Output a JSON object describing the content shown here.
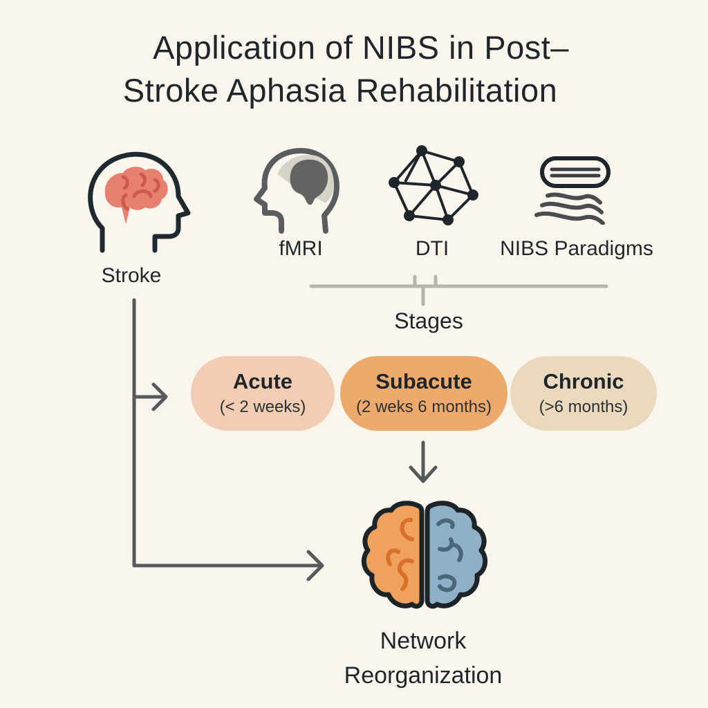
{
  "title": {
    "line1": "Application of NIBS in Post–",
    "line2": "Stroke Aphasia Rehabilitation"
  },
  "nodes": {
    "stroke": {
      "label": "Stroke",
      "icon": "head-with-brain-icon"
    },
    "fmri": {
      "label": "fMRI",
      "icon": "head-profile-scan-icon"
    },
    "dti": {
      "label": "DTI",
      "icon": "network-graph-icon"
    },
    "nibs": {
      "label": "NIBS Paradigms",
      "icon": "coil-waves-icon"
    },
    "stages_header": {
      "label": "Stages"
    },
    "network": {
      "line1": "Network",
      "line2": "Reorganization",
      "icon": "two-hemisphere-brain-icon"
    }
  },
  "stages": [
    {
      "name": "Acute",
      "range": "(< 2 weeks)",
      "color": "#f2cdb3"
    },
    {
      "name": "Subacute",
      "range": "(2 weks 6 months)",
      "color": "#eeaa6c"
    },
    {
      "name": "Chronic",
      "range": "(>6 months)",
      "color": "#ead9bd"
    }
  ],
  "colors": {
    "background": "#fbf6ed",
    "text": "#1f262b",
    "arrow": "#55595b",
    "stage_line": "#b8b3ac",
    "stroke_brain": "#e4786a",
    "left_hemisphere": "#eea25c",
    "right_hemisphere": "#8fb0c6"
  }
}
